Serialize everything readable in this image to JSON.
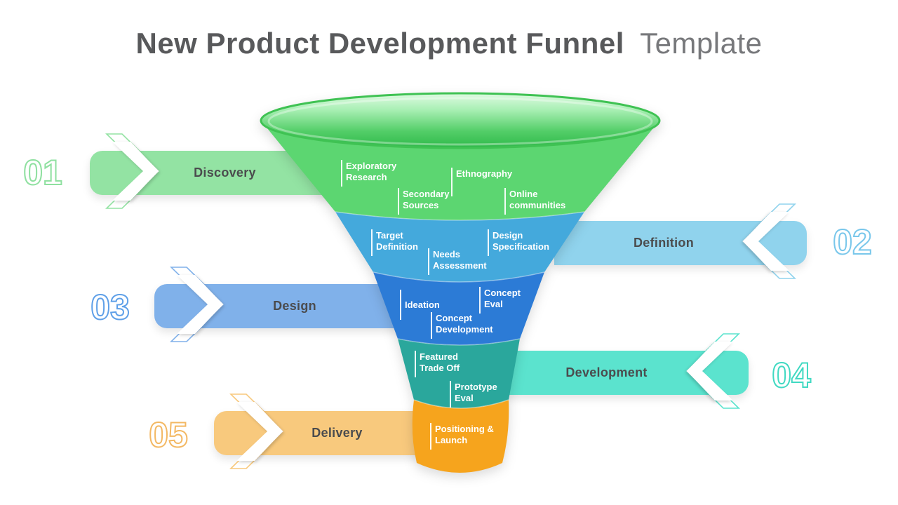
{
  "title": {
    "main": "New Product Development Funnel",
    "suffix": "Template"
  },
  "stages": [
    {
      "number": "01",
      "label": "Discovery",
      "side": "left",
      "ribbon_color": "#93E3A3",
      "outline_color": "#8FE0A0"
    },
    {
      "number": "02",
      "label": "Definition",
      "side": "right",
      "ribbon_color": "#90D3ED",
      "outline_color": "#79C7EB"
    },
    {
      "number": "03",
      "label": "Design",
      "side": "left",
      "ribbon_color": "#80B1EA",
      "outline_color": "#5FA0E8"
    },
    {
      "number": "04",
      "label": "Development",
      "side": "right",
      "ribbon_color": "#5BE3CE",
      "outline_color": "#40D9C2"
    },
    {
      "number": "05",
      "label": "Delivery",
      "side": "left",
      "ribbon_color": "#F8C97D",
      "outline_color": "#F3B863"
    }
  ],
  "funnel": {
    "mouth_gradient": {
      "from": "#DFFAE2",
      "to": "#2FB94A",
      "rim": "#3FC253"
    },
    "segments": [
      {
        "stage": "Discovery",
        "color": "#5CD671",
        "items": {
          "exploratory_research": "Exploratory\nResearch",
          "ethnography": "Ethnography",
          "secondary_sources": "Secondary\nSources",
          "online_communities": "Online\ncommunities"
        }
      },
      {
        "stage": "Definition",
        "color": "#44A9DC",
        "items": {
          "target_definition": "Target\nDefinition",
          "needs_assessment": "Needs\nAssessment",
          "design_specification": "Design\nSpecification"
        }
      },
      {
        "stage": "Design",
        "color": "#2C7BD6",
        "items": {
          "ideation": "Ideation",
          "concept_eval": "Concept\nEval",
          "concept_development": "Concept\nDevelopment"
        }
      },
      {
        "stage": "Development",
        "color": "#2AA79C",
        "items": {
          "featured_trade_off": "Featured\nTrade Off",
          "prototype_eval": "Prototype\nEval"
        }
      },
      {
        "stage": "Delivery",
        "color": "#F6A41D",
        "items": {
          "positioning_launch": "Positioning &\nLaunch"
        }
      }
    ]
  }
}
